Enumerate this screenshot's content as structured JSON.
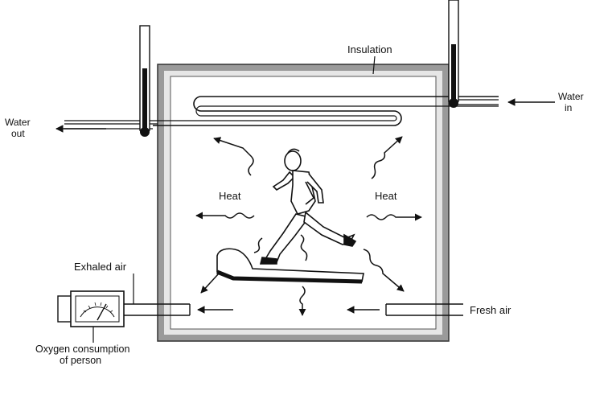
{
  "labels": {
    "insulation": "Insulation",
    "water_in_line1": "Water",
    "water_in_line2": "in",
    "water_out_line1": "Water",
    "water_out_line2": "out",
    "heat_left": "Heat",
    "heat_right": "Heat",
    "exhaled_air": "Exhaled air",
    "fresh_air": "Fresh air",
    "oxygen_line1": "Oxygen consumption",
    "oxygen_line2": "of person"
  },
  "colors": {
    "ink": "#111111",
    "wall": "#9a9a9a",
    "inner_wall": "#e6e6e6",
    "background": "#ffffff"
  }
}
